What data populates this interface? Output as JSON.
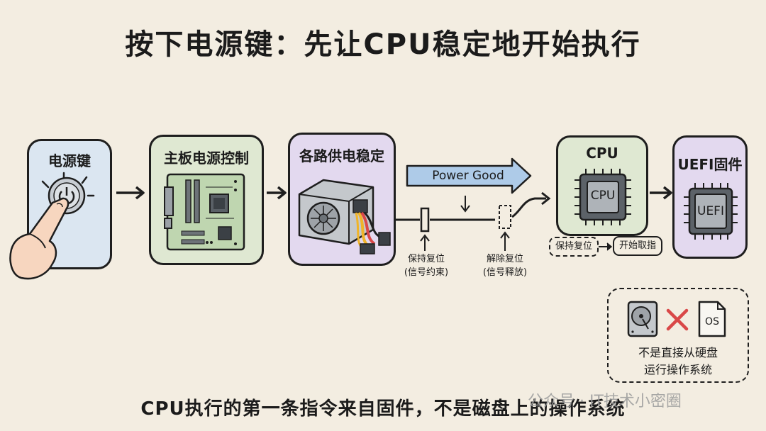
{
  "title": "按下电源键：先让CPU稳定地开始执行",
  "steps": {
    "power_button": "电源键",
    "motherboard": "主板电源控制",
    "power_supply": "各路供电稳定",
    "cpu": "CPU",
    "uefi": "UEFI固件"
  },
  "chip_labels": {
    "cpu": "CPU",
    "uefi": "UEFI"
  },
  "power_good": "Power Good",
  "reset_hold": {
    "line1": "保持复位",
    "line2": "(信号约束)"
  },
  "reset_release": {
    "line1": "解除复位",
    "line2": "(信号释放)"
  },
  "cpu_states": {
    "hold": "保持复位",
    "fetch": "开始取指"
  },
  "note": {
    "os_label": "OS",
    "line1": "不是直接从硬盘",
    "line2": "运行操作系统"
  },
  "caption": "CPU执行的第一条指令来自固件，不是磁盘上的操作系统",
  "watermark": "公众号 · IT技术小密圈",
  "colors": {
    "background": "#f3ede1",
    "blue_box": "#dbe6f1",
    "green_box": "#dfe8d2",
    "purple_box": "#e3d9ef",
    "power_good_arrow": "#aecbe8",
    "cross": "#d94848"
  }
}
